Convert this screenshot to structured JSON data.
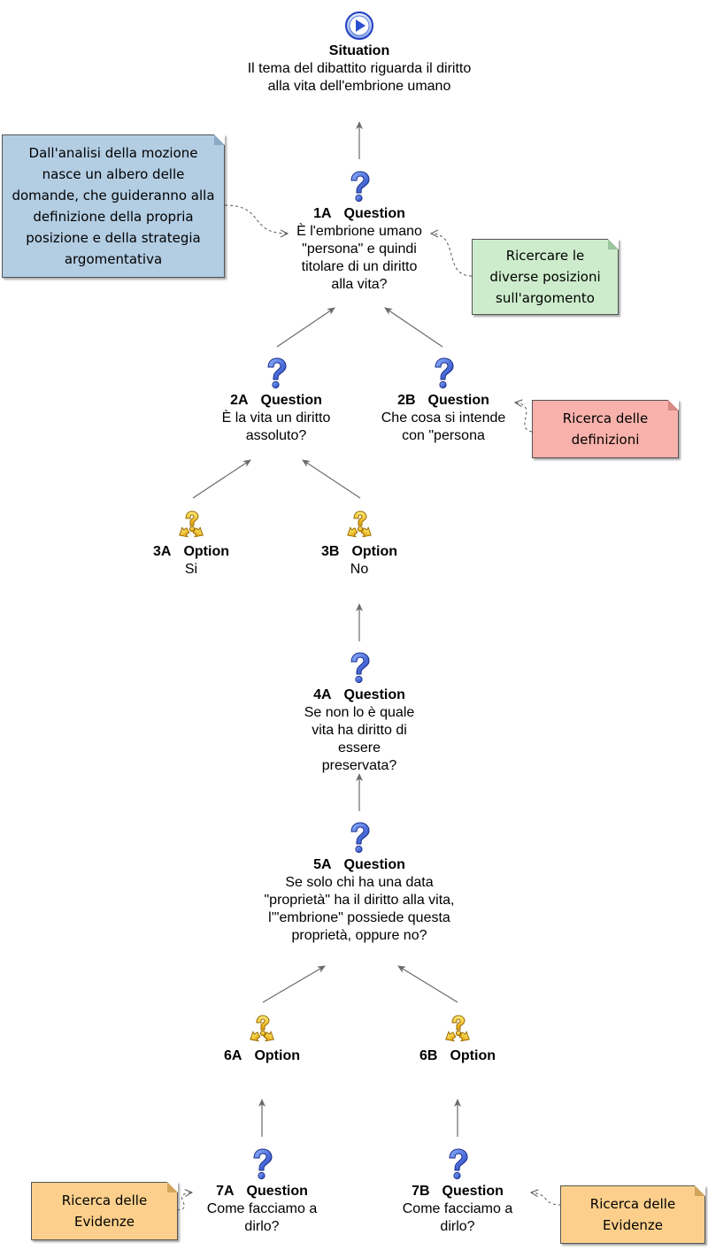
{
  "colors": {
    "note_blue": "#b3cde3",
    "note_green": "#cdeccc",
    "note_pink": "#f9b1ab",
    "note_orange": "#fcd08c",
    "arrow": "#6a6a6a"
  },
  "nodes": {
    "situation": {
      "icon": "play-icon",
      "title": "Situation",
      "text": "Il tema del dibattito riguarda il diritto alla vita dell'embrione umano"
    },
    "q1a": {
      "icon": "question-icon",
      "id": "1A",
      "kind": "Question",
      "text": "È l'embrione umano \"persona\" e quindi titolare di un diritto alla vita?"
    },
    "q2a": {
      "icon": "question-icon",
      "id": "2A",
      "kind": "Question",
      "text": "È la vita un diritto assoluto?"
    },
    "q2b": {
      "icon": "question-icon",
      "id": "2B",
      "kind": "Question",
      "text": "Che cosa si intende con \"persona"
    },
    "o3a": {
      "icon": "option-icon",
      "id": "3A",
      "kind": "Option",
      "text": "Si"
    },
    "o3b": {
      "icon": "option-icon",
      "id": "3B",
      "kind": "Option",
      "text": "No"
    },
    "q4a": {
      "icon": "question-icon",
      "id": "4A",
      "kind": "Question",
      "text": "Se non lo è quale vita ha diritto di essere preservata?"
    },
    "q5a": {
      "icon": "question-icon",
      "id": "5A",
      "kind": "Question",
      "text": "Se solo chi ha una data \"proprietà\" ha il diritto alla vita, l'\"embrione\" possiede questa proprietà, oppure no?"
    },
    "o6a": {
      "icon": "option-icon",
      "id": "6A",
      "kind": "Option",
      "text": ""
    },
    "o6b": {
      "icon": "option-icon",
      "id": "6B",
      "kind": "Option",
      "text": ""
    },
    "q7a": {
      "icon": "question-icon",
      "id": "7A",
      "kind": "Question",
      "text": "Come facciamo a dirlo?"
    },
    "q7b": {
      "icon": "question-icon",
      "id": "7B",
      "kind": "Question",
      "text": "Come facciamo a dirlo?"
    }
  },
  "notes": {
    "tree": "Dall'analisi della mozione nasce un albero delle domande, che guideranno alla definizione della propria posizione e della strategia argomentativa",
    "positions": "Ricercare le diverse posizioni sull'argomento",
    "definitions": "Ricerca delle definizioni",
    "evidence_left": "Ricerca delle Evidenze",
    "evidence_right": "Ricerca delle Evidenze"
  }
}
